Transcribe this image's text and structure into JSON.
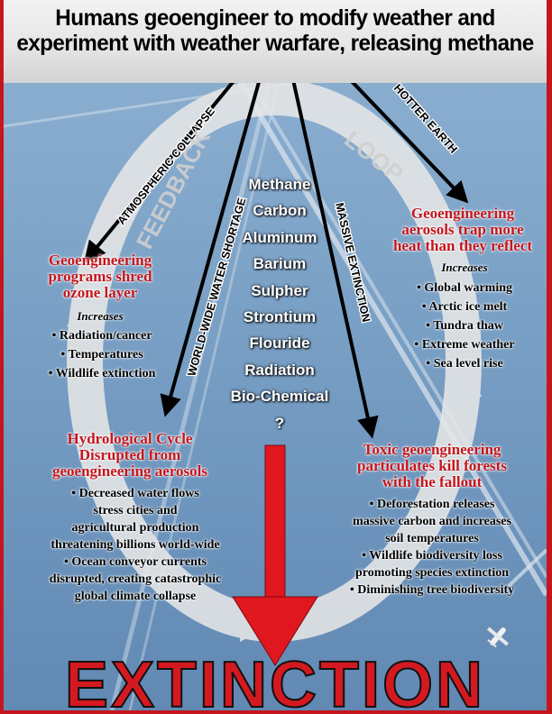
{
  "title": [
    "Humans geoengineer to modify weather and",
    "experiment with weather warfare, releasing methane"
  ],
  "loop_labels": {
    "left": "FEEDBACK",
    "right": "LOOP"
  },
  "arrow_labels": {
    "atmospheric_collapse": "ATMOSPHERIC COLLAPSE",
    "water_shortage": "WORLD-WIDE WATER SHORTAGE",
    "massive_extinction": "MASSIVE EXTINCTION",
    "hotter_earth": "HOTTER EARTH"
  },
  "chemicals": [
    "Methane",
    "Carbon",
    "Aluminum",
    "Barium",
    "Sulpher",
    "Strontium",
    "Flouride",
    "Radiation",
    "Bio-Chemical",
    "?"
  ],
  "ozone": {
    "heading": [
      "Geoengineering",
      "programs shred",
      "ozone layer"
    ],
    "increases": "Increases",
    "bullets": [
      "Radiation/cancer",
      "Temperatures",
      "Wildlife extinction"
    ]
  },
  "heat": {
    "heading": [
      "Geoengineering",
      "aerosols trap more",
      "heat than they reflect"
    ],
    "increases": "Increases",
    "bullets": [
      "Global warming",
      "Arctic ice melt",
      "Tundra thaw",
      "Extreme weather",
      "Sea level rise"
    ]
  },
  "hydro": {
    "heading": [
      "Hydrological Cycle",
      "Disrupted from",
      "geoengineering aerosols"
    ],
    "lines": [
      "Decreased water flows",
      "stress cities and",
      "agricultural production",
      "threatening billions world-wide",
      "Ocean conveyor currents",
      "disrupted, creating catastrophic",
      "global climate collapse"
    ]
  },
  "forests": {
    "heading": [
      "Toxic geoengineering",
      "particulates kill forests",
      "with the fallout"
    ],
    "lines": [
      "Deforestation releases",
      "massive carbon and increases",
      "soil temperatures",
      "Wildlife biodiversity loss",
      "promoting species extinction",
      "Diminishing tree biodiversity"
    ]
  },
  "bottom": "EXTINCTION",
  "colors": {
    "frame": "#c4161c",
    "heading_red": "#c4161c",
    "sky": "#7ea4c8",
    "loop": "#e7e7e7"
  }
}
